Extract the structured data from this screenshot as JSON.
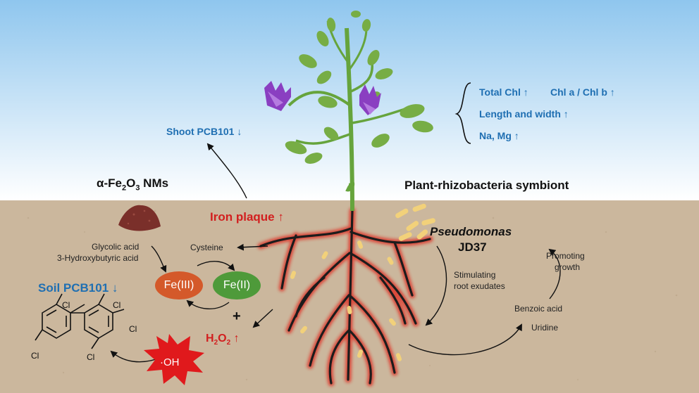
{
  "labels": {
    "nms_label": "α-Fe",
    "nms_sub": "2",
    "nms_o": "O",
    "nms_sub2": "3",
    "nms_rest": " NMs",
    "symbiont": "Plant-rhizobacteria symbiont",
    "shoot_pcb": "Shoot PCB101",
    "down_arrow": "↓",
    "up_arrow": "↑",
    "soil_pcb": "Soil PCB101",
    "iron_plaque": "Iron plaque",
    "total_chl": "Total Chl",
    "chl_ab": "Chl a / Chl b",
    "length_width": "Length and width",
    "na_mg": "Na, Mg",
    "pseudomonas": "Pseudomonas",
    "jd37": "JD37",
    "glycolic": "Glycolic acid",
    "hydroxybutyric": "3-Hydroxybutyric acid",
    "cysteine": "Cysteine",
    "fe3": "Fe(III)",
    "fe2": "Fe(II)",
    "plus": "+",
    "h2o2_h": "H",
    "h2o2_2a": "2",
    "h2o2_o": "O",
    "h2o2_2b": "2",
    "oh": "·OH",
    "stimulating1": "Stimulating",
    "stimulating2": "root exudates",
    "promoting1": "Promoting",
    "promoting2": "growth",
    "benzoic": "Benzoic acid",
    "uridine": "Uridine",
    "cl": "Cl"
  },
  "colors": {
    "sky_top": "#8fc6ee",
    "sky_bottom": "#ffffff",
    "soil": "#cbb79d",
    "leaf": "#77ad45",
    "stem": "#66a43c",
    "flower": "#8a3fc1",
    "root": "#1c1c1c",
    "root_glow": "#e0281c",
    "fe3": "#d4592a",
    "fe2": "#4e9a3a",
    "oh": "#e0191c",
    "bacteria": "#f2d17a",
    "text_blue": "#1f6fb2",
    "text_red": "#d21f1f"
  },
  "icons": [
    "flower-icon",
    "leaf-icon",
    "nanoparticle-powder-icon",
    "pcb-molecule-icon",
    "hydroxyl-radical-burst-icon",
    "bacteria-icon"
  ]
}
